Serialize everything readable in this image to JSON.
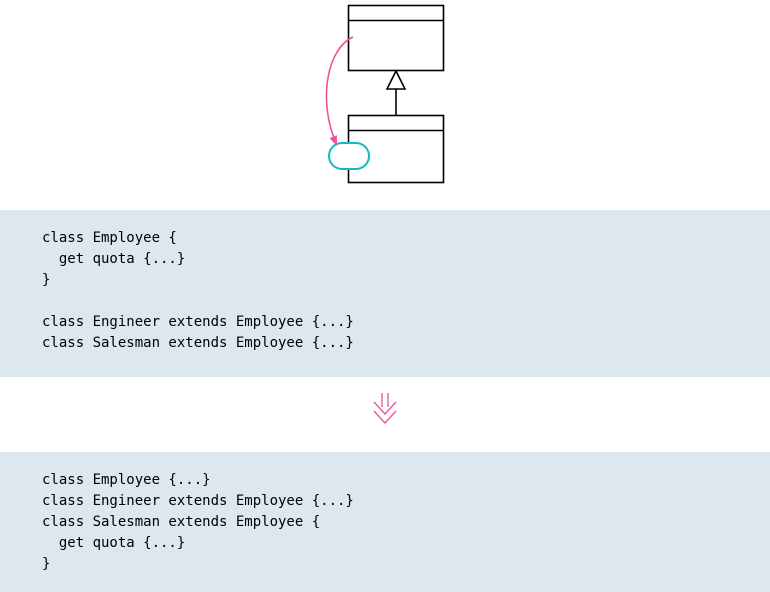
{
  "colors": {
    "code_background": "#dce8ed",
    "pink_arrow": "#ee5397",
    "teal_highlight": "#14b8c4",
    "diagram_stroke": "#000000"
  },
  "code_before": {
    "lines": [
      "class Employee {",
      "  get quota {...}",
      "}",
      "",
      "class Engineer extends Employee {...}",
      "class Salesman extends Employee {...}"
    ]
  },
  "code_after": {
    "lines": [
      "class Employee {...}",
      "class Engineer extends Employee {...}",
      "class Salesman extends Employee {",
      "  get quota {...}",
      "}"
    ]
  }
}
